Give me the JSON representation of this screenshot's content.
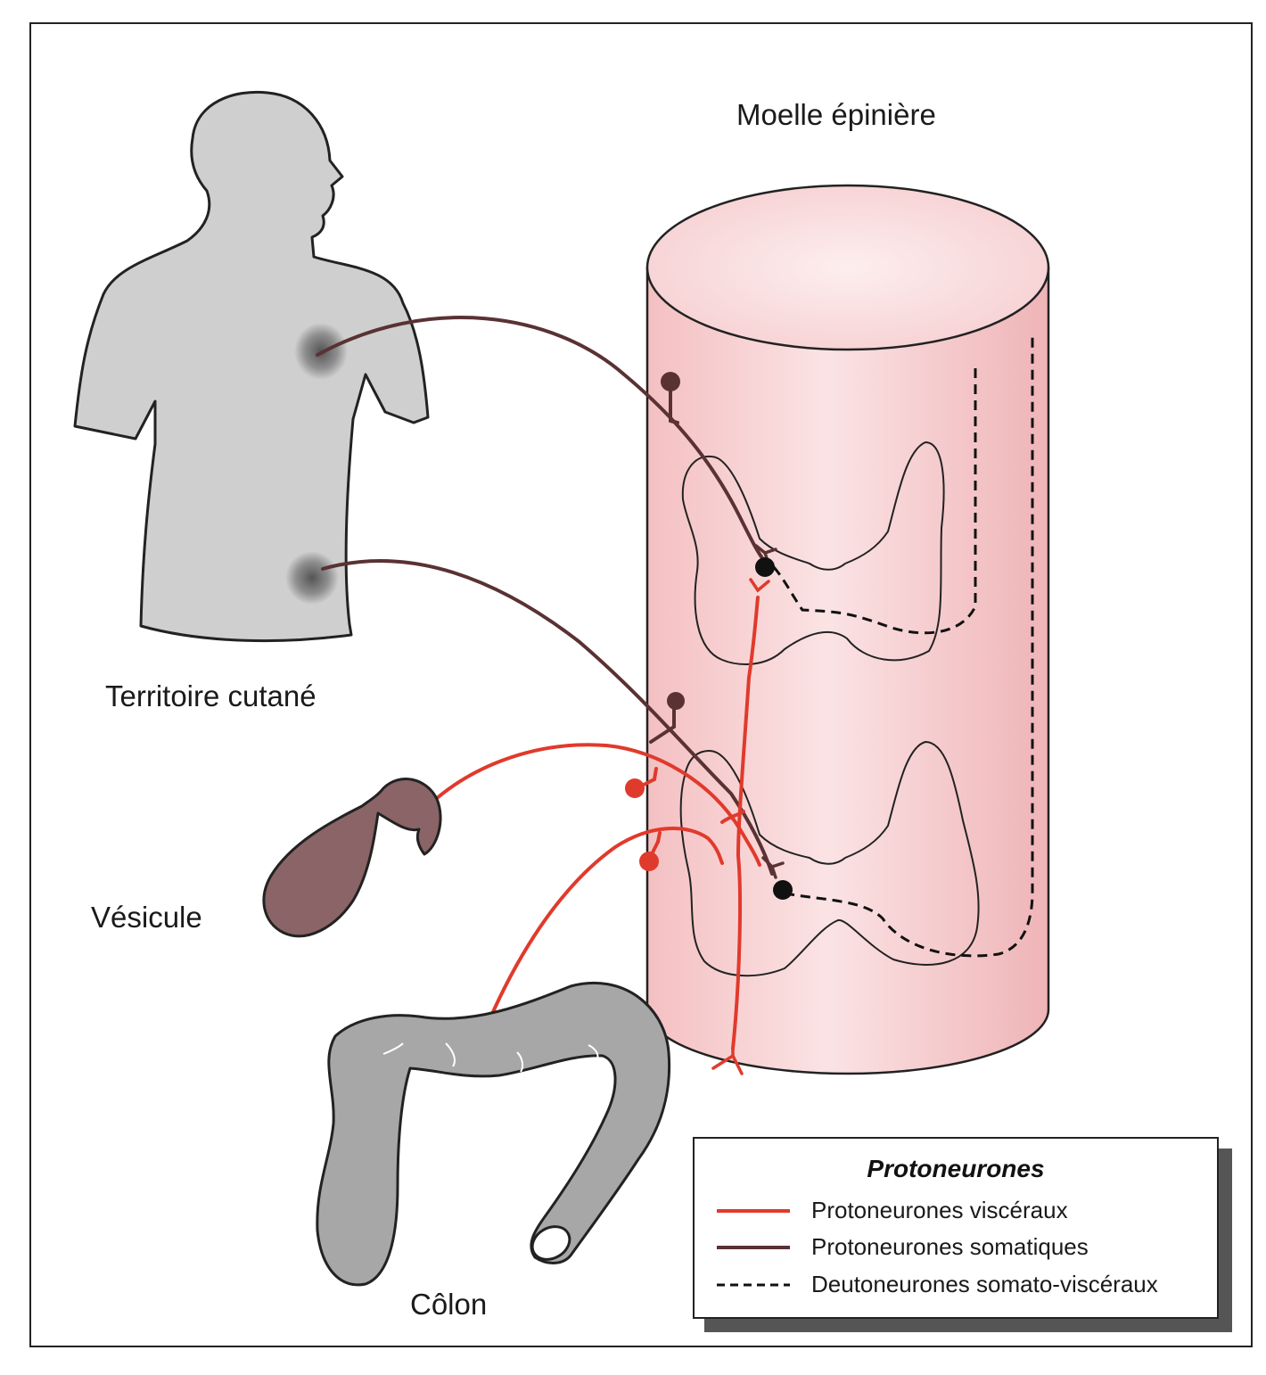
{
  "labels": {
    "spinal_cord": "Moelle épinière",
    "skin_territory": "Territoire cutané",
    "gallbladder": "Vésicule",
    "colon": "Côlon"
  },
  "legend": {
    "title": "Protoneurones",
    "items": [
      {
        "label": "Protoneurones viscéraux",
        "style": "solid",
        "color": "#e03a2c"
      },
      {
        "label": "Protoneurones somatiques",
        "style": "solid",
        "color": "#5a3234"
      },
      {
        "label": "Deutoneurones somato-viscéraux",
        "style": "dashed",
        "color": "#111111"
      }
    ]
  },
  "colors": {
    "visceral": "#e03a2c",
    "somatic": "#5a3234",
    "deutoneuron": "#111111",
    "spinal_cord_fill": "#f6c9cb",
    "body_fill": "#cfcfcf",
    "gallbladder_fill": "#8a6466",
    "colon_fill": "#a7a7a7"
  }
}
